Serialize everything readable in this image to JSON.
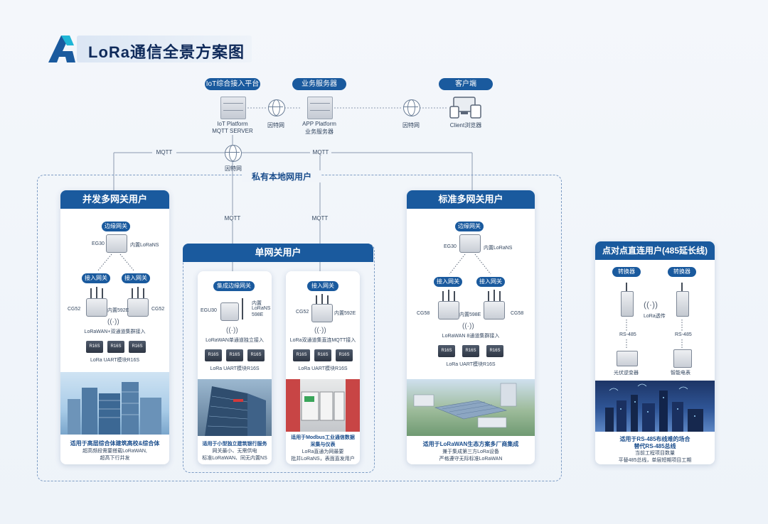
{
  "title": "LoRa通信全景方案图",
  "top": {
    "pills": {
      "iot": "IoT综合接入平台",
      "biz": "业务服务器",
      "client": "客户端"
    },
    "iot_label_1": "IoT Platform",
    "iot_label_2": "MQTT SERVER",
    "internet1": "因特网",
    "app_label_1": "APP Platform",
    "app_label_2": "业务服务器",
    "internet2": "因特网",
    "client_label": "Client浏览器",
    "mqtt_left": "MQTT",
    "mqtt_right": "MQTT",
    "internet_center": "因特网",
    "private_title": "私有本地网用户",
    "mqtt_mid_left": "MQTT",
    "mqtt_mid_right": "MQTT"
  },
  "cards": {
    "multi": {
      "title": "并发多网关用户",
      "edge_pill": "边缘网关",
      "eg_name": "EG30",
      "eg_note": "内置LoRaNS",
      "access1": "接入网关",
      "access2": "接入网关",
      "cg_left": "CG52",
      "cg_mid": "内置592E",
      "cg_right": "CG52",
      "link_text": "LoRaWAN+双通道集群接入",
      "modules": [
        "R16S",
        "R16S",
        "R16S"
      ],
      "module_text": "LoRa UART模块R16S",
      "cap_bold": "适用于高层综合体建筑高校&综合体",
      "cap_1": "超高频段需要搭载LoRaWAN,",
      "cap_2": "超高下行并发"
    },
    "single": {
      "title": "单网关用户",
      "sub1": {
        "pill": "集成边缘网关",
        "eg_name": "EGU30",
        "note1": "内置",
        "note2": "LoRaNS",
        "note3": "598E",
        "link_text": "LoRaWAN单通道独立接入",
        "modules": [
          "R16S",
          "R16S",
          "R16S"
        ],
        "module_text": "LoRa UART模块R16S",
        "cap_bold": "适用于小型独立建筑银行服务",
        "cap_1": "网关最小、无需供电",
        "cap_2": "标准LoRaWAN、同无内置NS"
      },
      "sub2": {
        "pill": "接入网关",
        "cg_name": "CG52",
        "cg_note": "内置592E",
        "link_text": "LoRa双通道集直连MQTT接入",
        "modules": [
          "R16S",
          "R16S",
          "R16S"
        ],
        "module_text": "LoRa UART模块R16S",
        "cap_bold_1": "适用于Modbus工业通信数据",
        "cap_bold_2": "采集与仪表",
        "cap_1": "LoRa直通为网最要",
        "cap_2": "批并LoRaNS，表面直发用户"
      }
    },
    "standard": {
      "title": "标准多网关用户",
      "edge_pill": "边缘网关",
      "eg_name": "EG30",
      "eg_note": "内置LoRaNS",
      "access1": "接入网关",
      "access2": "接入网关",
      "cg_left": "CG58",
      "cg_mid": "内置598E",
      "cg_right": "CG58",
      "link_text": "LoRaWAN 8通道集群接入",
      "modules": [
        "R16S",
        "R16S",
        "R16S"
      ],
      "module_text": "LoRa UART模块R16S",
      "cap_bold": "适用于LoRaWAN生态方案多厂商集成",
      "cap_1": "兼于集成第三方LoRa设备",
      "cap_2": "严格遵守无际标准LoRaWAN"
    },
    "p2p": {
      "title": "点对点直连用户(485延长线)",
      "pill_left": "转换器",
      "pill_right": "转换器",
      "link_text": "LoRa透传",
      "rs_left": "RS-485",
      "rs_right": "RS-485",
      "dev_left": "光伏逆变器",
      "dev_right": "智能电表",
      "cap_bold_1": "适用于RS-485布线难的场合",
      "cap_bold_2": "替代RS-485总线",
      "cap_1": "当前工程项目数量",
      "cap_2": "平替485总线，单层短期项目工期"
    }
  },
  "colors": {
    "brand_blue": "#1a5a9e",
    "dark_navy": "#0f2a5a",
    "accent_cyan": "#1fb6d6"
  }
}
